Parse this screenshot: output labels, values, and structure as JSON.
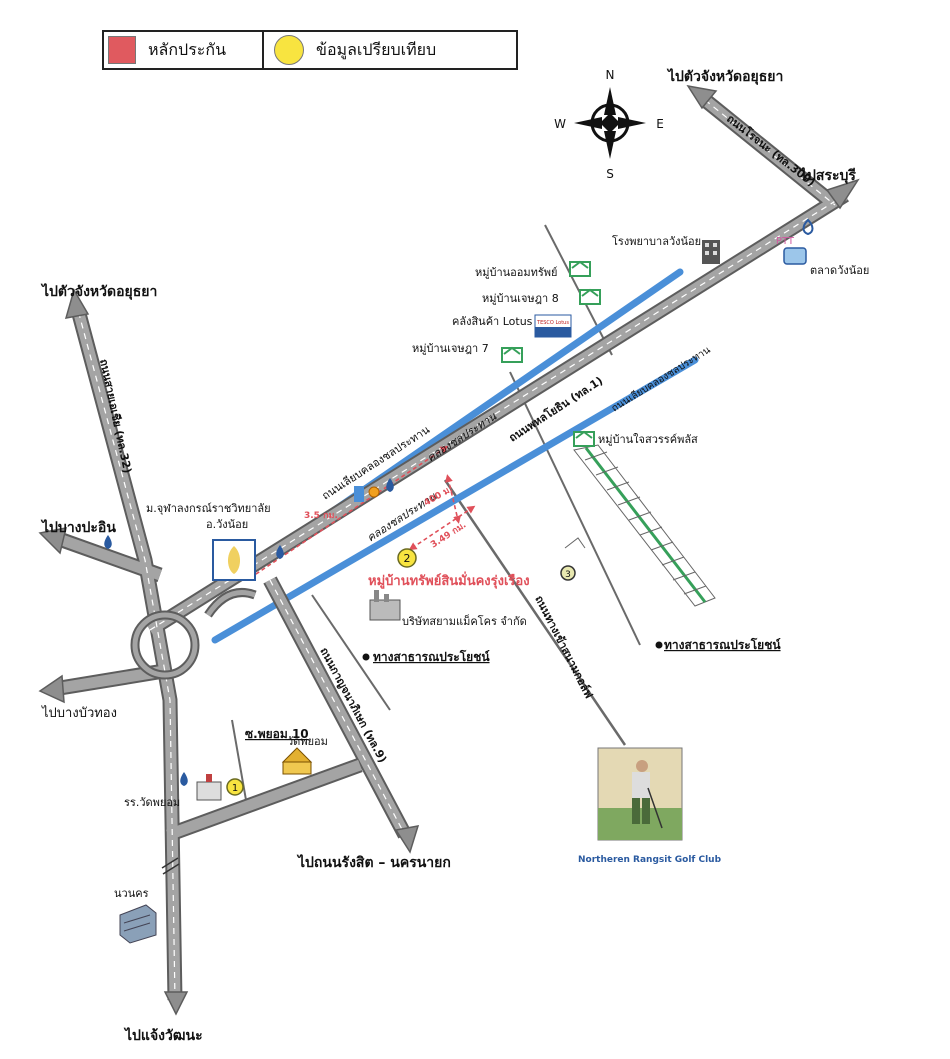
{
  "legend": {
    "collateral_label": "หลักประกัน",
    "collateral_color": "#e05a5f",
    "comparison_label": "ข้อมูลเปรียบเทียบ",
    "comparison_color": "#f8e440"
  },
  "compass": {
    "n": "N",
    "s": "S",
    "e": "E",
    "w": "W"
  },
  "directions": {
    "to_ayutthaya_top": "ไปตัวจังหวัดอยุธยา",
    "to_saraburi": "ไปสระบุรี",
    "to_ayutthaya_left": "ไปตัวจังหวัดอยุธยา",
    "to_bang_pa_in": "ไปบางปะอิน",
    "to_bang_bua_thong": "ไปบางบัวทอง",
    "to_rangsit_nakhonnayok": "ไปถนนรังสิต – นครนายก",
    "to_chaeng_watthana": "ไปแจ้งวัฒนะ"
  },
  "roads": {
    "rojana": "ถนนโรจนะ (ทล.309)",
    "asian": "ถนนสายเอเชีย (ทล.32)",
    "phahonyothin": "ถนนพหลโยธิน (ทล.1)",
    "kanchanaphisek": "ถนนกาญจนาภิเษก (ทล.9)",
    "golf_road": "ถนนทางเข้าสนามกอล์ฟ",
    "irrigation_road_upper": "ถนนเลียบคลองชลประทาน",
    "irrigation_road_right": "ถนนเลียบคลองชลประทาน",
    "canal_upper": "คลองชลประทาน",
    "canal_lower": "คลองชลประทาน",
    "public_way_1": "ทางสาธารณประโยชน์",
    "public_way_2": "ทางสาธารณประโยชน์",
    "soi": "ซ.พยอม 10"
  },
  "places": {
    "wangnoi_hospital": "โรงพยาบาลวังน้อย",
    "aomsap_village": "หมู่บ้านออมทรัพย์",
    "chetsada8": "หมู่บ้านเจษฎา 8",
    "lotus_warehouse": "คลังสินค้า Lotus",
    "tesco_logo": "TESCO Lotus",
    "chetsada7": "หมู่บ้านเจษฎา 7",
    "wangnoi_market": "ตลาดวังน้อย",
    "ptt_logo": "PTT",
    "chaisawan": "หมู่บ้านใจสวรรค์พลัส",
    "chula_university": "ม.จุฬาลงกรณ์ราชวิทยาลัย",
    "wangnoi_district": "อ.วังน้อย",
    "subject_village": "หมู่บ้านทรัพย์สินมั่นคงรุ่งเรือง",
    "siam_macro": "บริษัทสยามแม็คโคร จำกัด",
    "wat_payom": "วัดพยอม",
    "wat_payom_school": "รร.วัดพยอม",
    "nawanakorn": "นวนคร",
    "golf_club": "Northeren Rangsit Golf Club",
    "marker1": "1",
    "marker2": "2",
    "marker3": "3"
  },
  "distances": {
    "d35": "3.5 กม.",
    "d400": "400 ม.",
    "d349": "3.49 กม."
  },
  "colors": {
    "road": "#8e8e8e",
    "road_edge": "#5d5d5d",
    "canal": "#4a8fd8",
    "distance": "#e0505a",
    "village": "#36a05a"
  }
}
